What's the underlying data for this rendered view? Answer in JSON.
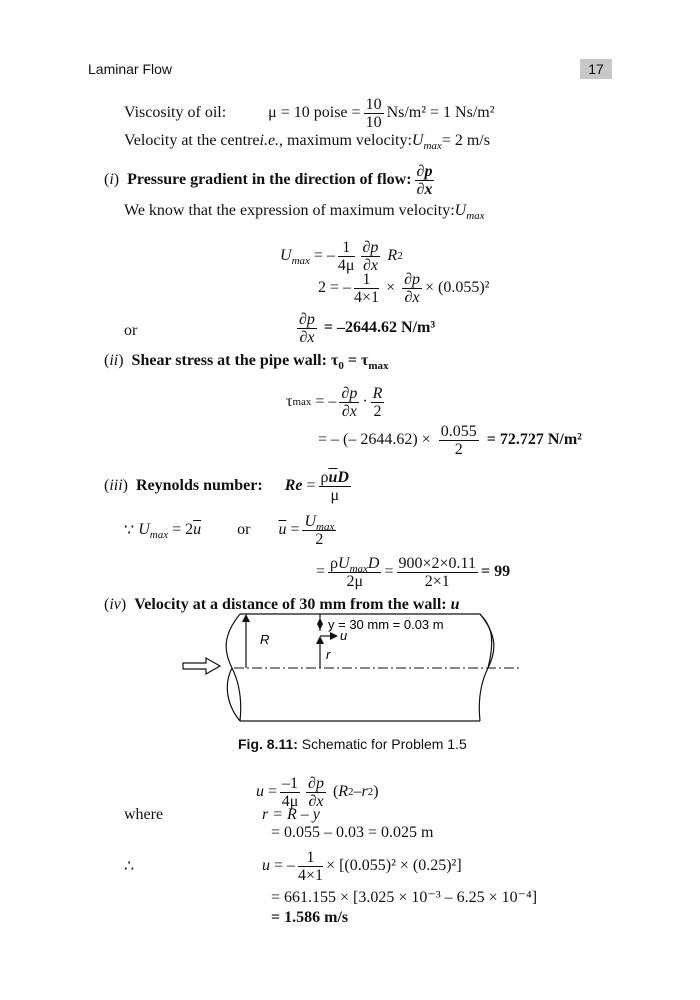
{
  "header": {
    "running_title": "Laminar Flow",
    "page_number": "17"
  },
  "given": {
    "viscosity_label": "Viscosity of oil:",
    "viscosity_mu": "μ = 10 poise =",
    "viscosity_num": "10",
    "viscosity_den": "10",
    "viscosity_tail": "Ns/m² = 1 Ns/m²",
    "velocity_line_a": "Velocity at the centre ",
    "velocity_line_ie": "i.e.",
    "velocity_line_b": ", maximum velocity: ",
    "velocity_value": " = 2 m/s"
  },
  "part_i": {
    "num": "(i)",
    "heading": "Pressure gradient in the direction of flow:",
    "text": "We know that the expression of maximum velocity: ",
    "eq2_lhs": "2 = –",
    "eq2_num": "1",
    "eq2_den": "4×1",
    "eq2_tail": "× (0.055)²",
    "or": "or",
    "result": "= –2644.62 N/m³"
  },
  "part_ii": {
    "num": "(ii)",
    "heading": "Shear stress at the pipe wall:",
    "line2": "= – (– 2644.62) ×",
    "line2_num": "0.055",
    "line2_den": "2",
    "result": "= 72.727 N/m²"
  },
  "part_iii": {
    "num": "(iii)",
    "heading": "Reynolds number:",
    "since": "∵",
    "or": "or",
    "line3_num": "900×2×0.11",
    "line3_den": "2×1",
    "result": "= 99"
  },
  "part_iv": {
    "num": "(iv)",
    "heading": "Velocity at a distance of 30 mm from the wall:",
    "where": "where",
    "therefore": "∴",
    "r_line1": "r = R – y",
    "r_line2": "= 0.055 – 0.03 = 0.025 m",
    "u_num": "1",
    "u_den": "4×1",
    "u_line1_tail": "× [(0.055)² × (0.25)²]",
    "u_line2": "= 661.155 × [3.025 × 10⁻³ – 6.25 × 10⁻⁴]",
    "result": "= 1.586 m/s"
  },
  "figure": {
    "label_R": "R",
    "label_y": "y = 30 mm = 0.03 m",
    "label_u": "u",
    "label_r": "r",
    "caption_label": "Fig. 8.11:",
    "caption_text": " Schematic for Problem 1.5"
  }
}
